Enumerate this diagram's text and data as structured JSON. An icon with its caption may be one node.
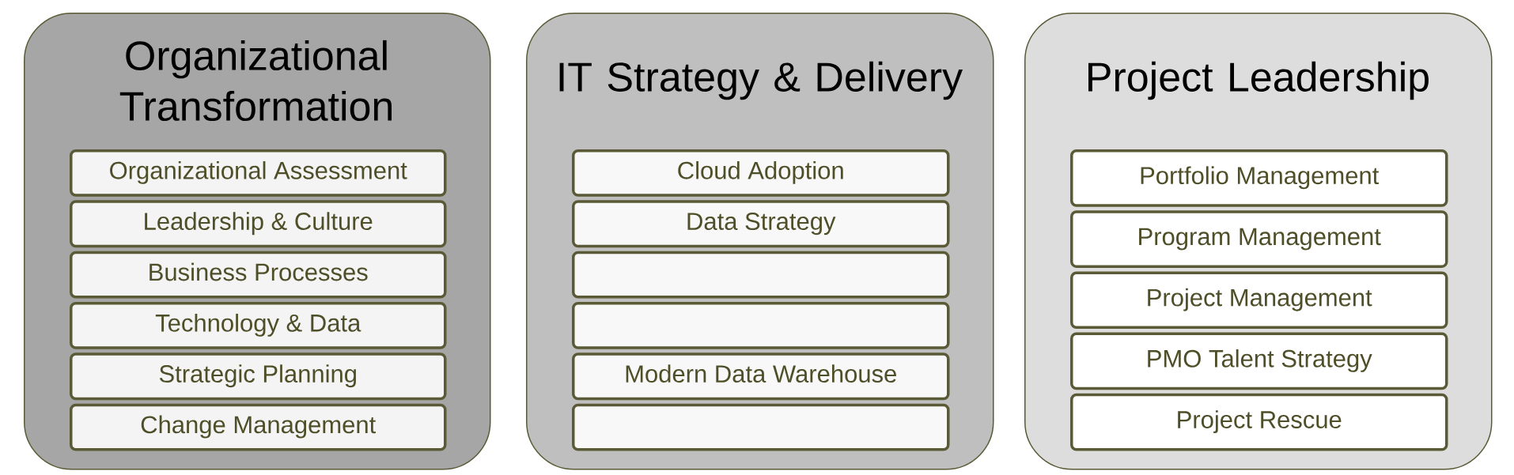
{
  "diagram": {
    "nodes": [
      {
        "text": [
          "Organizational Transformation"
        ]
      },
      {
        "text": [
          "Organizational Assessment"
        ],
        "in": 0
      },
      {
        "text": [
          "Leadership & Culture"
        ],
        "in": 0
      },
      {
        "text": [
          "Business Processes"
        ],
        "in": 0
      },
      {
        "text": [
          "Technology & Data"
        ],
        "in": 0
      },
      {
        "text": [
          "Strategic Planning"
        ],
        "in": 0
      },
      {
        "text": [
          "Change Management"
        ],
        "in": 0
      },
      {
        "text": [
          "IT Strategy & Delivery"
        ]
      },
      {
        "text": [
          "Cloud Adoption"
        ],
        "in": 7
      },
      {
        "text": [
          "Data Strategy"
        ],
        "in": 7
      },
      {
        "text": [],
        "shape": "box",
        "in": 7
      },
      {
        "text": [],
        "shape": "box",
        "in": 7
      },
      {
        "text": [
          "Modern Data Warehouse"
        ],
        "in": 7
      },
      {
        "text": [],
        "shape": "box",
        "in": 7
      },
      {
        "text": [
          "Project Leadership"
        ]
      },
      {
        "text": [
          "Portfolio Management"
        ],
        "in": 14
      },
      {
        "text": [
          "Program Management"
        ],
        "in": 14
      },
      {
        "text": [
          "Project Management"
        ],
        "in": 14
      },
      {
        "text": [
          "PMO Talent Strategy"
        ],
        "in": 14
      },
      {
        "text": [
          "Project Rescue"
        ],
        "in": 14
      }
    ]
  }
}
